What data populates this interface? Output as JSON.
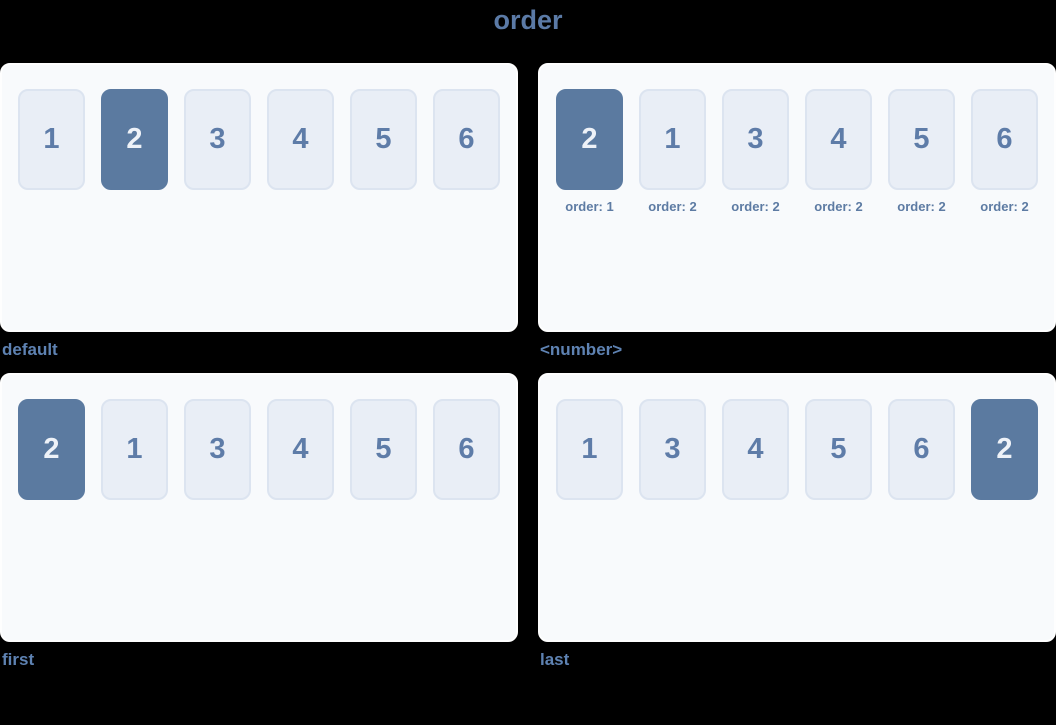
{
  "title": "order",
  "colors": {
    "page_background": "#000000",
    "panel_background": "#f8fafc",
    "card_background": "#e9eef6",
    "card_border": "#dce4f0",
    "card_text": "#5e7ca8",
    "highlight_background": "#5b7aa0",
    "highlight_text": "#eef2f8",
    "label_text": "#5e82b2",
    "title_text": "#5b7aa6"
  },
  "panels": [
    {
      "label": "default",
      "items": [
        {
          "n": "1"
        },
        {
          "n": "2",
          "highlight": true
        },
        {
          "n": "3"
        },
        {
          "n": "4"
        },
        {
          "n": "5"
        },
        {
          "n": "6"
        }
      ]
    },
    {
      "label": "<number>",
      "items": [
        {
          "n": "2",
          "highlight": true,
          "caption": "order: 1"
        },
        {
          "n": "1",
          "caption": "order: 2"
        },
        {
          "n": "3",
          "caption": "order: 2"
        },
        {
          "n": "4",
          "caption": "order: 2"
        },
        {
          "n": "5",
          "caption": "order: 2"
        },
        {
          "n": "6",
          "caption": "order: 2"
        }
      ]
    },
    {
      "label": "first",
      "items": [
        {
          "n": "2",
          "highlight": true
        },
        {
          "n": "1"
        },
        {
          "n": "3"
        },
        {
          "n": "4"
        },
        {
          "n": "5"
        },
        {
          "n": "6"
        }
      ]
    },
    {
      "label": "last",
      "items": [
        {
          "n": "1"
        },
        {
          "n": "3"
        },
        {
          "n": "4"
        },
        {
          "n": "5"
        },
        {
          "n": "6"
        },
        {
          "n": "2",
          "highlight": true
        }
      ]
    }
  ]
}
